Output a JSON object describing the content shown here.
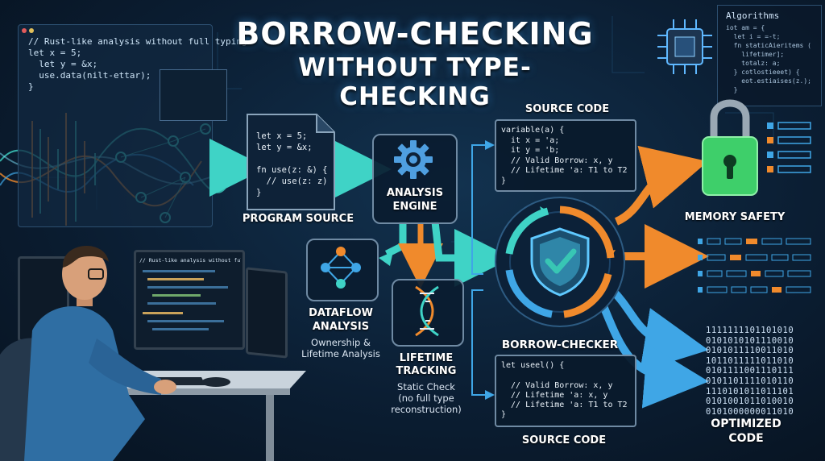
{
  "title": {
    "line1": "BORROW-CHECKING",
    "line2": "WITHOUT TYPE-CHECKING"
  },
  "left_screen": {
    "code": "// Rust-like analysis without full typing\nlet x = 5;\n  let y = &x;\n  use.data(nilt-ettar);\n}"
  },
  "algorithms_panel": {
    "heading": "Algorithms",
    "code": "iot am = {\n  let i = =-t;\n  fn staticAieritems (\n    lifetimer];\n    totalz: a;\n  } cotlostieeet) {\n    eot.estiaises(z.);\n  }"
  },
  "program_source": {
    "code": "let x = 5;\nlet y = &x;\n\nfn use(z: &) {\n  // use(z: z)\n}",
    "label": "PROGRAM SOURCE"
  },
  "analysis_engine": {
    "label_line1": "ANALYSIS",
    "label_line2": "ENGINE",
    "icon": "gear-icon"
  },
  "dataflow": {
    "label_line1": "DATAFLOW",
    "label_line2": "ANALYSIS",
    "sub_line1": "Ownership &",
    "sub_line2": "Lifetime Analysis",
    "icon": "graph-nodes-icon"
  },
  "lifetime": {
    "label_line1": "LIFETIME",
    "label_line2": "TRACKING",
    "sub_line1": "Static Check",
    "sub_line2": "(no full type",
    "sub_line3": "reconstruction)",
    "icon": "dna-icon"
  },
  "source_code_top": {
    "label": "SOURCE CODE",
    "code": "variable(a) {\n  it x = 'a;\n  it y = 'b;\n  // Valid Borrow: x, y\n  // Lifetime 'a: T1 to T2\n}"
  },
  "borrow_checker": {
    "label": "BORROW-CHECKER",
    "icon": "shield-check-icon"
  },
  "source_code_bottom": {
    "label": "SOURCE CODE",
    "code": "let useel() {\n\n  // Valid Borrow: x, y\n  // Lifetime 'a: x, y\n  // Lifetime 'a: T1 to T2\n}"
  },
  "memory_safety": {
    "label": "MEMORY SAFETY",
    "icon": "padlock-icon"
  },
  "optimized": {
    "label_line1": "OPTIMIZED",
    "label_line2": "CODE",
    "binary": "1111111101101010\n0101010101110010\n0101011110011010\n1011011111011010\n0101111001110111\n0101101111010110\n1110101011011101\n0101001011010010\n0101000000011010"
  },
  "colors": {
    "teal_arrow": "#3fd3c6",
    "orange_arrow": "#f08a2c",
    "blue_arrow": "#3fa6e6",
    "shield_teal": "#38c6b4",
    "lock_green": "#3ecf6a",
    "background": "#0b1e33"
  },
  "person_monitor": {
    "code": "// Rust-like analysis without full typing"
  }
}
